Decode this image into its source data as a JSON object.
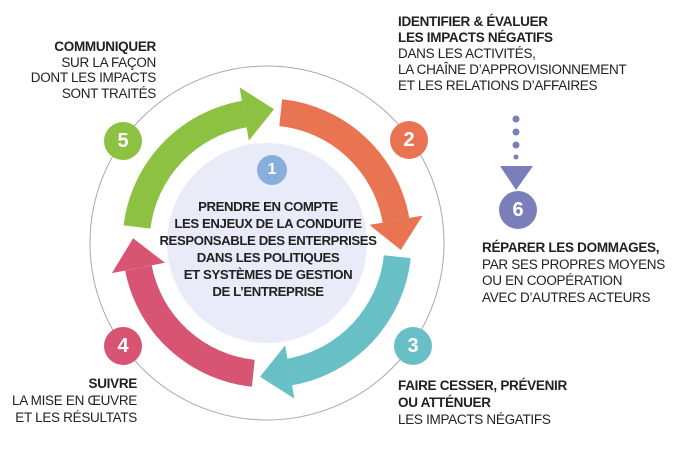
{
  "diagram_subject": "cycle de diligence raisonnable de la conduite responsable des entreprises",
  "colors": {
    "step1_blue": "#87AEDD",
    "step2_orange": "#E97452",
    "step3_teal": "#68C0C6",
    "step4_pink": "#D75472",
    "step5_green": "#8CC141",
    "step6_purple": "#7B7FB9",
    "center_disc_fill": "#E9ECF8",
    "outer_ring_line": "#A9A9A9",
    "text": "#232021"
  },
  "steps": [
    {
      "number": "1",
      "lines": [
        "PRENDRE EN COMPTE",
        "LES ENJEUX DE LA CONDUITE",
        "RESPONSABLE DES ENTERPRISES",
        "DANS LES POLITIQUES",
        "ET SYSTÈMES DE GESTION",
        "DE L’ENTREPRISE"
      ]
    },
    {
      "number": "2",
      "title": [
        "IDENTIFIER & ÉVALUER",
        "LES IMPACTS NÉGATIFS"
      ],
      "sub": [
        "DANS LES ACTIVITÉS,",
        "LA CHAÎNE D’APPROVISIONNEMENT",
        "ET LES RELATIONS D’AFFAIRES"
      ]
    },
    {
      "number": "3",
      "title": [
        "FAIRE CESSER, PRÉVENIR",
        "OU ATTÉNUER"
      ],
      "sub": [
        "LES IMPACTS NÉGATIFS"
      ]
    },
    {
      "number": "4",
      "title": [
        "SUIVRE"
      ],
      "sub": [
        "LA MISE EN ŒUVRE",
        "ET LES RÉSULTATS"
      ]
    },
    {
      "number": "5",
      "title": [
        "COMMUNIQUER"
      ],
      "sub": [
        "SUR LA FAÇON",
        "DONT LES IMPACTS",
        "SONT TRAITÉS"
      ]
    },
    {
      "number": "6",
      "title": [
        "RÉPARER LES DOMMAGES,"
      ],
      "sub": [
        "PAR SES PROPRES MOYENS",
        "OU EN COOPÉRATION",
        "AVEC D’AUTRES ACTEURS"
      ]
    }
  ],
  "icons": {
    "dotted_arrow": "dotted-arrow-down-icon"
  }
}
